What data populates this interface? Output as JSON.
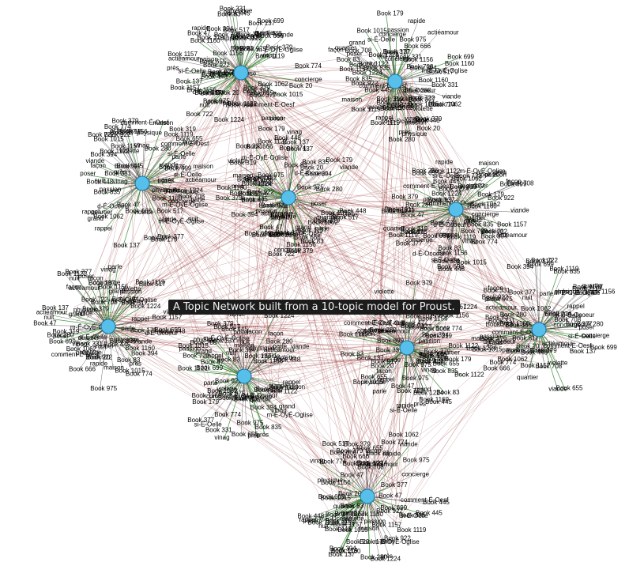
{
  "caption": "A Topic Network built from a 10-topic model for Proust.",
  "colors": {
    "topic_node": "#56bfea",
    "topic_node_stroke": "#1d6fa0",
    "word_edge": "#1a7f1a",
    "book_edge": "#8b1a1a",
    "label": "#000000"
  },
  "word_labels": [
    "m-É-OyÉ-Oglise",
    "Book 517",
    "Book 137",
    "Book 394",
    "Book 975",
    "Book 1122",
    "Book 666",
    "Book 655",
    "Book 83",
    "Book 20",
    "Book 47",
    "Book 179",
    "Book 922",
    "Book 379",
    "Book 448",
    "Book 1157",
    "Book 1156",
    "Book 319",
    "Book 445",
    "Book 1160",
    "Book 1224",
    "Book 1015",
    "Book 774",
    "Book 699",
    "Book 708",
    "Book 835",
    "Book 331",
    "Book 1062",
    "Book 377",
    "Book 1119",
    "Book 722",
    "Book 280",
    "passion",
    "concierge",
    "quartier",
    "d-É-Ocoeur",
    "si-É-Oelle",
    "comment-É-Oesf",
    "poser",
    "actiéamour",
    "physique",
    "violette",
    "façon",
    "viande",
    "grand",
    "rappel",
    "rapide",
    "maison",
    "parle",
    "nuit",
    "près",
    "vinag"
  ]
}
